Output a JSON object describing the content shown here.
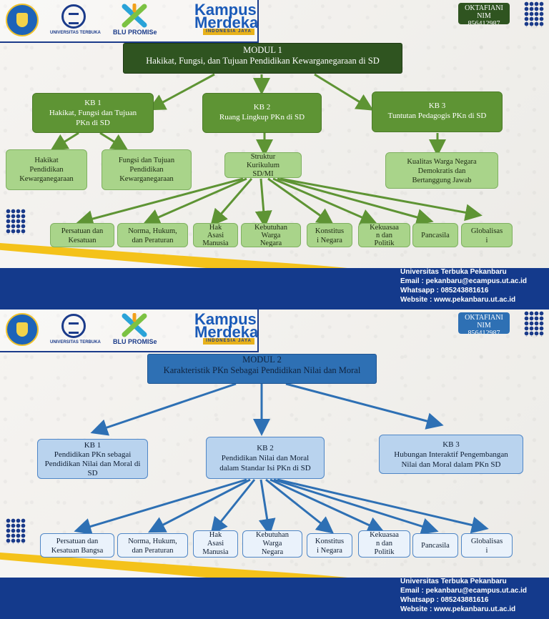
{
  "header": {
    "ut_logo_text": "UNIVERSITAS TERBUKA",
    "blu_text": "BLU PROMISe",
    "kampus_line1": "Kampus",
    "kampus_line2": "Merdeka",
    "kampus_tag": "INDONESIA JAYA",
    "name_line1": "OKTAFIANI",
    "name_line2": "NIM",
    "name_line3": "856412987"
  },
  "footer": {
    "line1": "Universitas Terbuka Pekanbaru",
    "line2": "Email : pekanbaru@ecampus.ut.ac.id",
    "line3": "Whatsapp : 085243881616",
    "line4": "Website : www.pekanbaru.ut.ac.id"
  },
  "colors": {
    "green": "#5e9434",
    "blue": "#2e70b4",
    "navy": "#143a8c",
    "yellow": "#f4c21a"
  },
  "modul1": {
    "title": "MODUL 1\nHakikat, Fungsi, dan Tujuan Pendidikan Kewarganegaraan di SD",
    "kb1": "KB 1\nHakikat, Fungsi dan Tujuan\nPKn di SD",
    "kb2": "KB 2\nRuang Lingkup PKn di SD",
    "kb3": "KB 3\nTuntutan Pedagogis PKn di SD",
    "sub1": "Hakikat\nPendidikan\nKewarganegaraan",
    "sub2": "Fungsi dan Tujuan\nPendidikan\nKewarganegaraan",
    "sub3": "Struktur\nKurikulum\nSD/MI",
    "sub4": "Kualitas Warga Negara\nDemokratis dan\nBertanggung Jawab",
    "leaves": [
      "Persatuan dan\nKesatuan",
      "Norma, Hukum,\ndan Peraturan",
      "Hak\nAsasi\nManusia",
      "Kebutuhan\nWarga\nNegara",
      "Konstitus\ni Negara",
      "Kekuasaa\nn dan\nPolitik",
      "Pancasila",
      "Globalisas\ni"
    ]
  },
  "modul2": {
    "title": "MODUL 2\nKarakteristik PKn Sebagai Pendidikan Nilai dan Moral",
    "kb1": "KB 1\nPendidikan PKn sebagai\nPendidikan Nilai dan Moral di\nSD",
    "kb2": "KB 2\nPendidikan Nilai dan Moral\ndalam Standar Isi PKn di SD",
    "kb3": "KB 3\nHubungan Interaktif Pengembangan\nNilai dan Moral dalam PKn SD",
    "leaves": [
      "Persatuan dan\nKesatuan Bangsa",
      "Norma, Hukum,\ndan Peraturan",
      "Hak\nAsasi\nManusia",
      "Kebutuhan\nWarga\nNegara",
      "Konstitus\ni Negara",
      "Kekuasaa\nn dan\nPolitik",
      "Pancasila",
      "Globalisas\ni"
    ]
  }
}
